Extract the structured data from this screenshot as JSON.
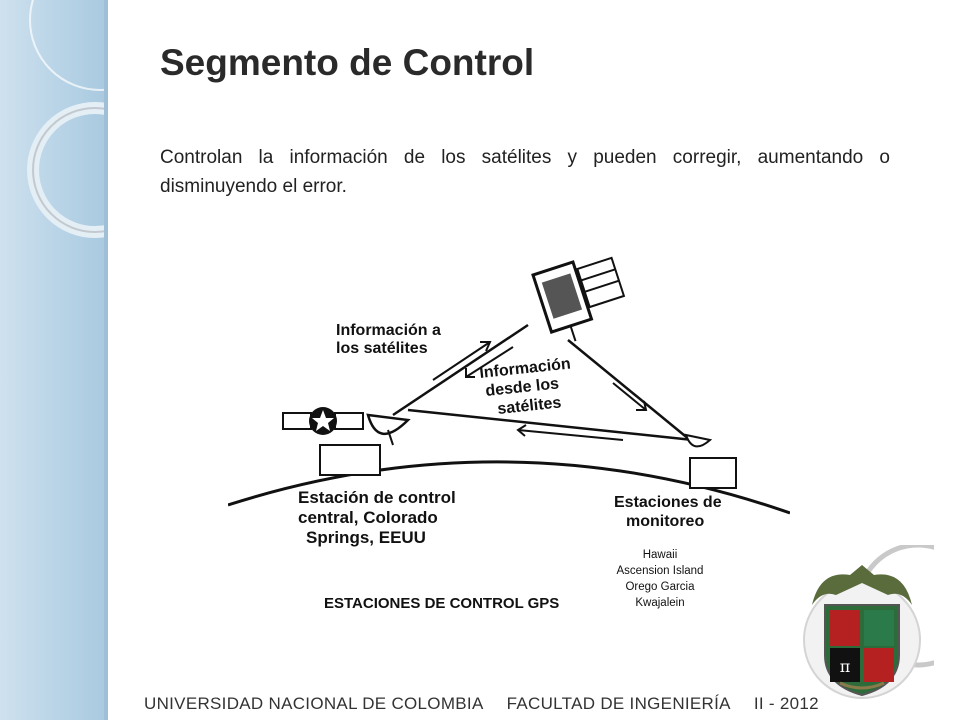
{
  "slide": {
    "title": "Segmento de Control",
    "body": "Controlan la información de los satélites y pueden corregir, aumentando o disminuyendo el error."
  },
  "diagram": {
    "label_info_to_sat_line1": "Información a",
    "label_info_to_sat_line2": "los satélites",
    "label_info_from_sat_line1": "Información",
    "label_info_from_sat_line2": "desde los",
    "label_info_from_sat_line3": "satélites",
    "label_master_line1": "Estación de control",
    "label_master_line2": "central, Colorado",
    "label_master_line3": "Springs, EEUU",
    "label_monitor_line1": "Estaciones de",
    "label_monitor_line2": "monitoreo",
    "stations": [
      "Hawaii",
      "Ascension Island",
      "Orego Garcia",
      "Kwajalein"
    ],
    "caption": "ESTACIONES DE CONTROL GPS"
  },
  "footer": {
    "university": "UNIVERSIDAD NACIONAL DE COLOMBIA",
    "faculty": "FACULTAD DE INGENIERÍA",
    "term": "II - 2012"
  },
  "colors": {
    "sidebar": "#bcd6e8",
    "ring": "#c9c9c9",
    "title": "#2a2a2a"
  },
  "icons": [
    "decorative-rings-icon",
    "satellite-icon",
    "dish-antenna-icon",
    "university-crest-icon"
  ]
}
